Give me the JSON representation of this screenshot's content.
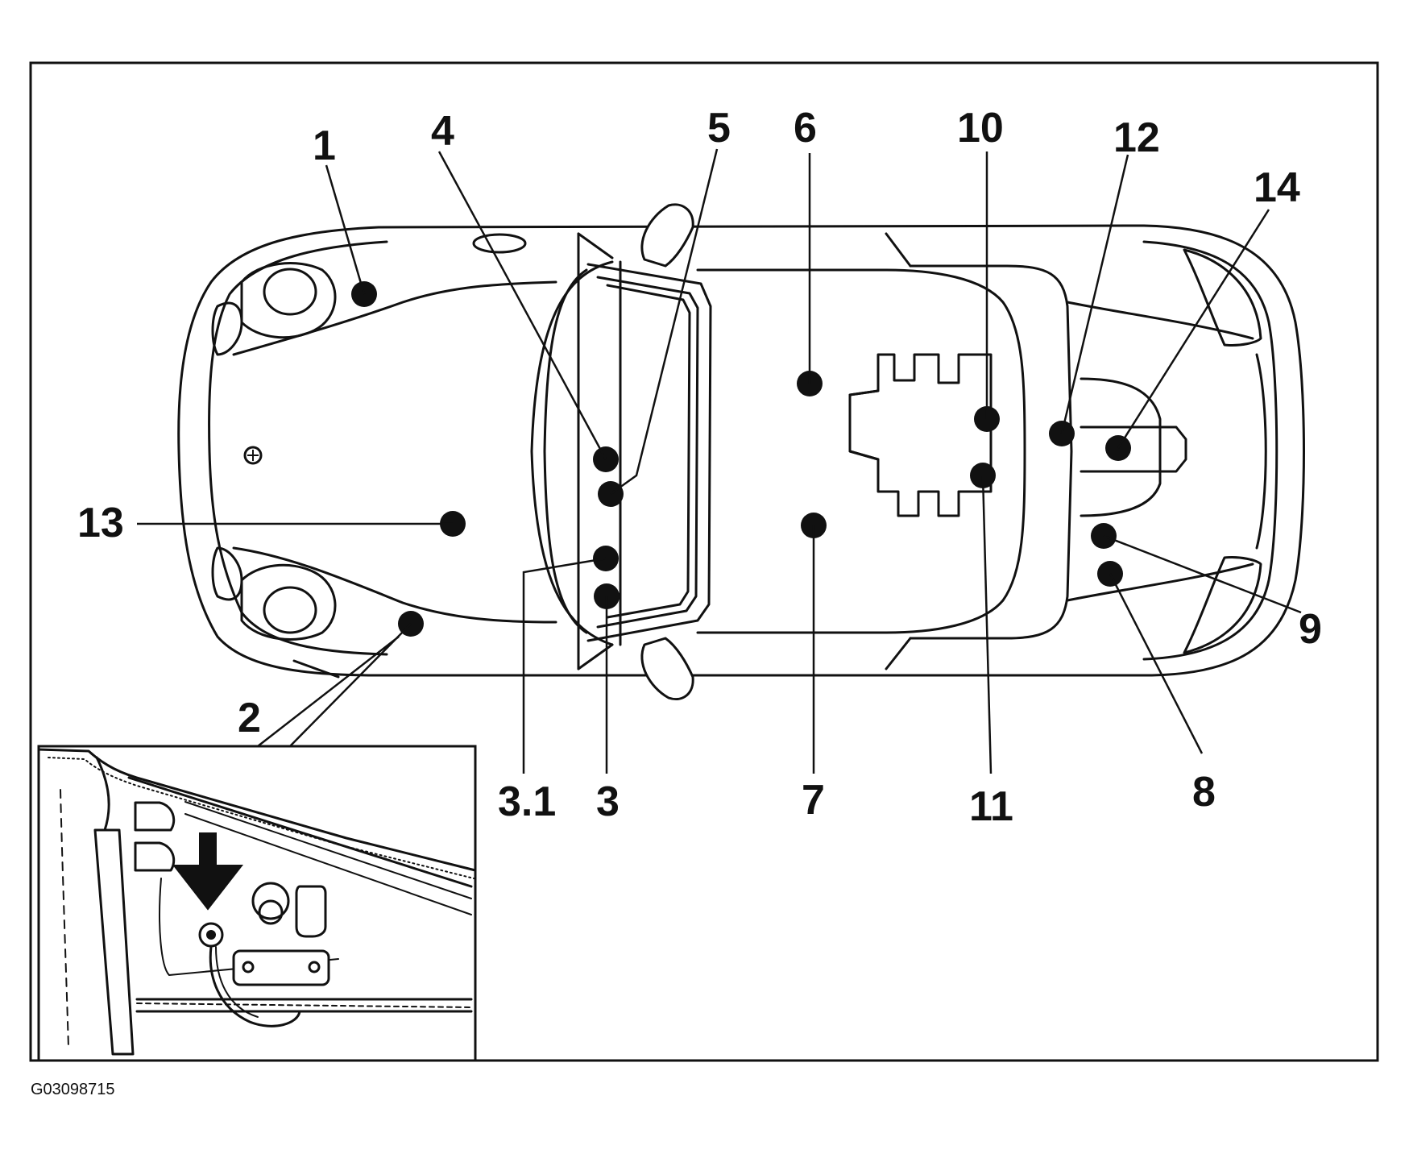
{
  "figure_code": "G03098715",
  "callouts": {
    "c1": "1",
    "c2": "2",
    "c3": "3",
    "c3_1": "3.1",
    "c4": "4",
    "c5": "5",
    "c6": "6",
    "c7": "7",
    "c8": "8",
    "c9": "9",
    "c10": "10",
    "c11": "11",
    "c12": "12",
    "c13": "13",
    "c14": "14"
  },
  "colors": {
    "ink": "#111111",
    "paper": "#ffffff"
  },
  "icons": {
    "arrow": "down-arrow-icon",
    "locations": "location-dot-icon"
  }
}
